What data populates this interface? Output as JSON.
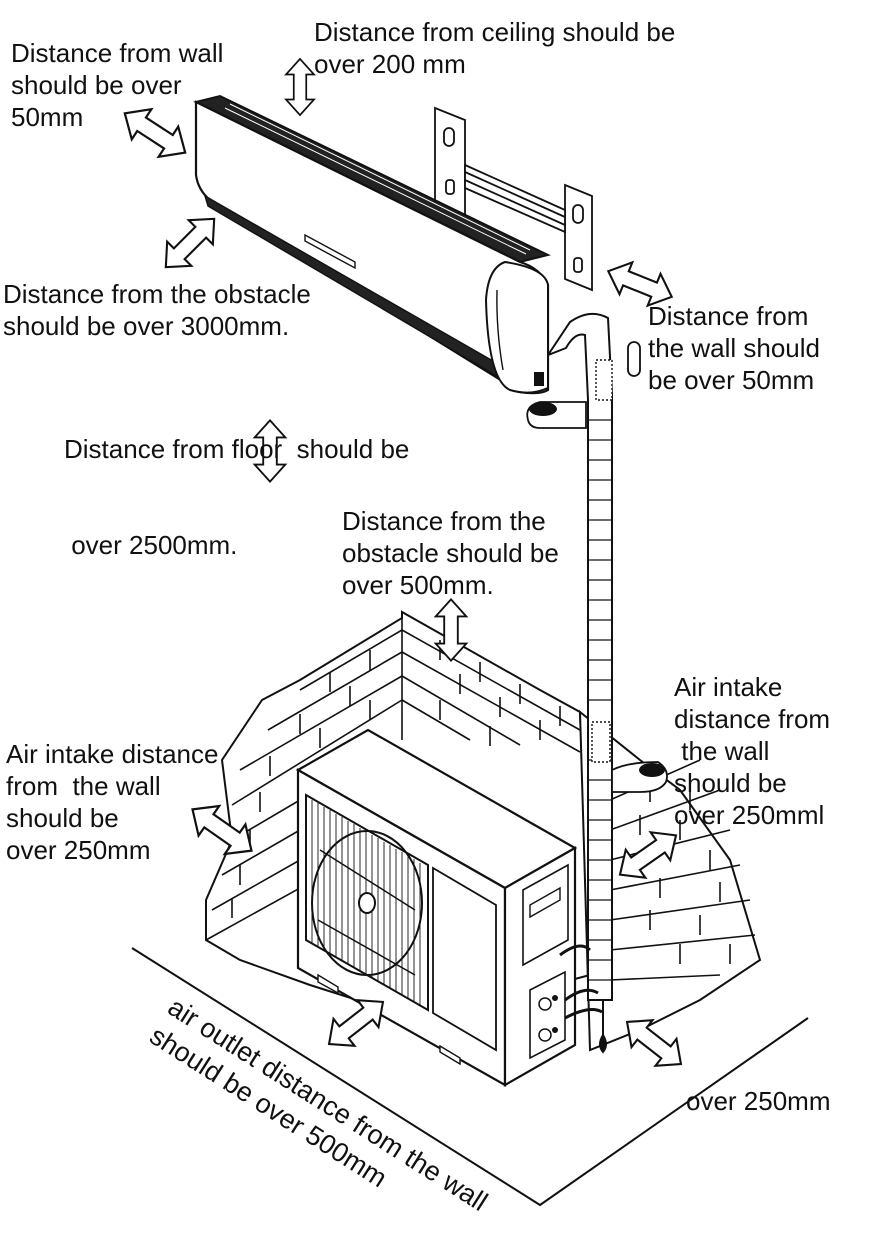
{
  "labels": {
    "wall_top": [
      "Distance from wall",
      "should be over",
      "50mm"
    ],
    "ceiling": [
      "Distance from ceiling  should be",
      "over 200 mm"
    ],
    "obstacle_front": [
      "Distance from the obstacle",
      "should be over 3000mm."
    ],
    "floor": [
      "Distance from floor  should be",
      " over 2500mm."
    ],
    "wall_right": [
      "Distance from",
      "the wall  should",
      "be over 50mm"
    ],
    "obstacle_top": [
      "Distance from the",
      "obstacle should be",
      "over 500mm."
    ],
    "intake_right": [
      "Air intake",
      "distance from",
      " the wall",
      "should be",
      "over 250mml"
    ],
    "intake_left": [
      "Air intake distance",
      "from  the wall",
      "should be",
      "over 250mm"
    ],
    "outlet": [
      "air outlet distance from the wall",
      "should be over 500mm"
    ],
    "side_right": "over 250mm"
  },
  "icons": [
    "double-arrow-icon",
    "indoor-unit",
    "mounting-plate",
    "outdoor-unit",
    "brick-wall",
    "pipe-insulation",
    "fan-grille"
  ]
}
